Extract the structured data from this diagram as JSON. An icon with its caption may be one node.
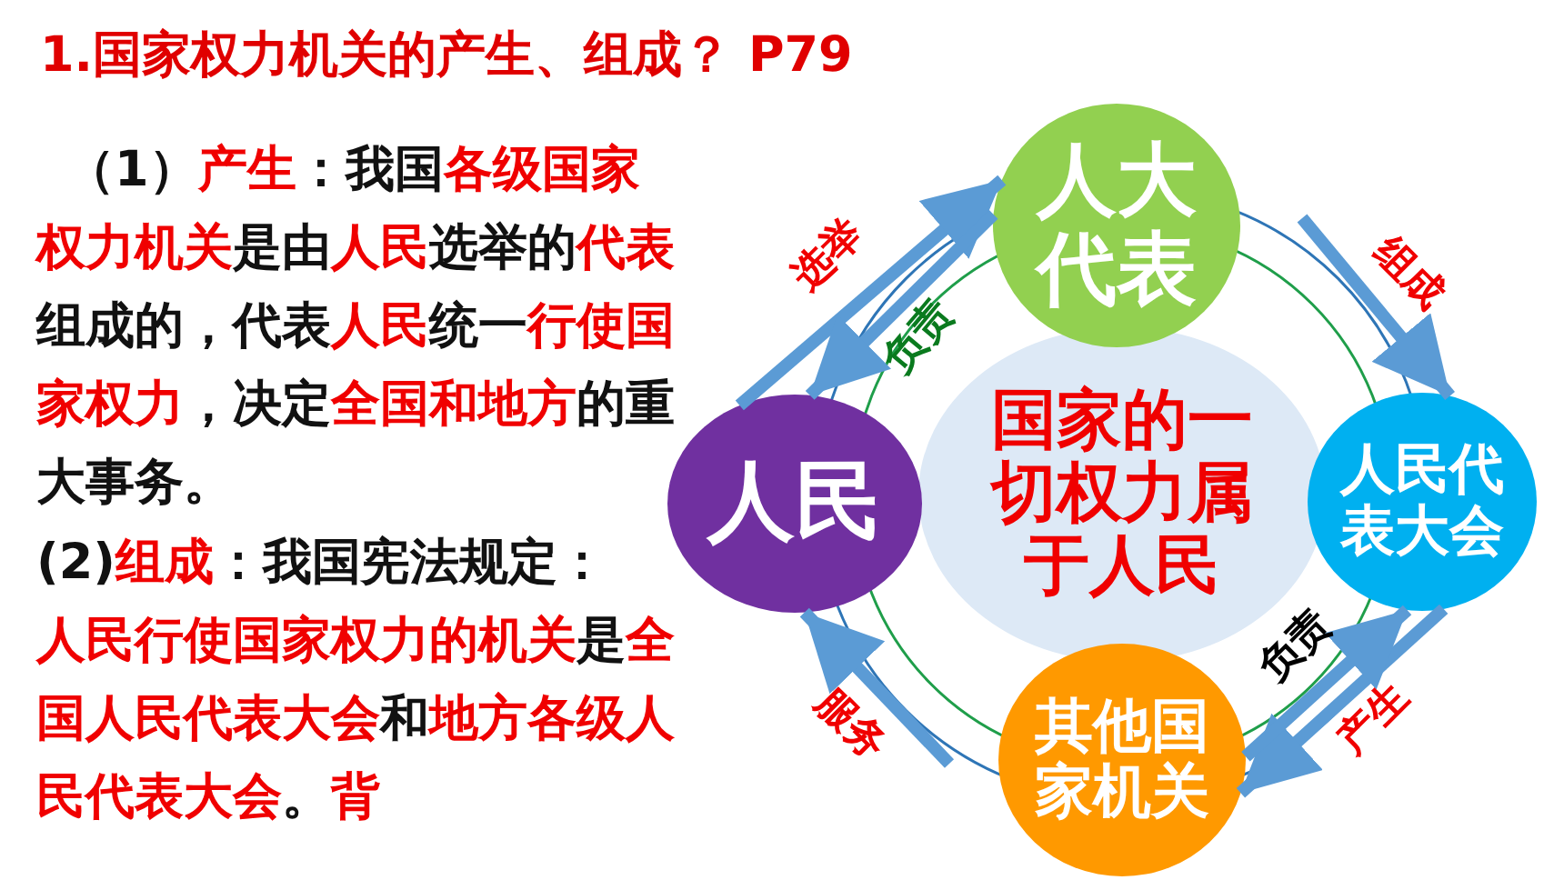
{
  "diagram": {
    "title": "1.国家权力机关的产生、组成？ P79",
    "nodes": [
      {
        "text": [
          "人大代表"
        ]
      },
      {
        "text": [
          "人民"
        ]
      },
      {
        "text": [
          "国家的一切权力属于人民"
        ]
      },
      {
        "text": [
          "人民代表大会"
        ]
      },
      {
        "text": [
          "其他国家机关"
        ]
      }
    ],
    "edges": [
      {
        "from": 1,
        "to": 0,
        "arrow": "to",
        "label": "选举"
      },
      {
        "from": 0,
        "to": 1,
        "arrow": "to",
        "label": "负责"
      },
      {
        "from": 0,
        "to": 3,
        "arrow": "to",
        "label": "组成"
      },
      {
        "from": 3,
        "to": 4,
        "arrow": "to",
        "label": "产生"
      },
      {
        "from": 4,
        "to": 3,
        "arrow": "to",
        "label": "负责"
      },
      {
        "from": 4,
        "to": 1,
        "arrow": "to",
        "label": "服务"
      }
    ],
    "labels": [
      "（1）**产生**：我国**各级国家权力机关**是由**人民**选举的**代表**组成的，代表**人民**统一**行使国家权力**，决定**全国和地方**的重大事务。",
      "(2)**组成**：我国宪法规定：",
      "**人民行使国家权力的机关**是**全国人民代表大会**和**地方各级人民代表大会**。**背**"
    ]
  }
}
